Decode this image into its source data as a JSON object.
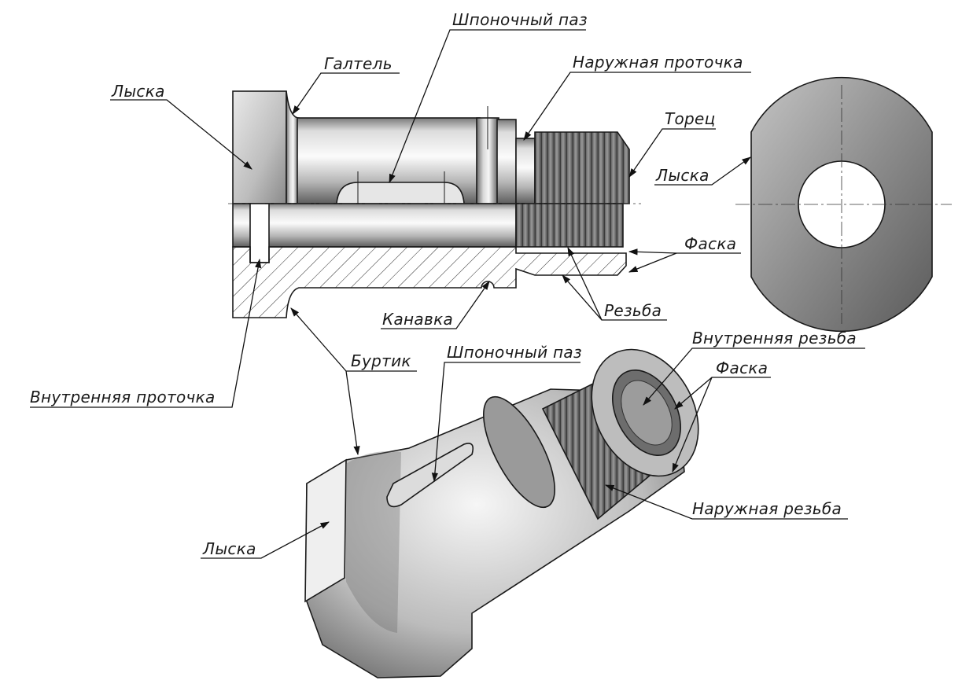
{
  "labels": {
    "lyska_top": "Лыска",
    "galtel": "Галтель",
    "shponochny_paz_top": "Шпоночный паз",
    "naruzhnaya_protochka": "Наружная проточка",
    "torets": "Торец",
    "lyska_right": "Лыска",
    "faska_top": "Фаска",
    "kanavka": "Канавка",
    "rezba": "Резьба",
    "vnutrennyaya_rezba": "Внутренняя резьба",
    "burtik": "Буртик",
    "shponochny_paz_bottom": "Шпоночный паз",
    "faska_bottom": "Фаска",
    "vnutrennyaya_protochka": "Внутренняя проточка",
    "naruzhnaya_rezba": "Наружная резьба",
    "lyska_bottom": "Лыска"
  },
  "colors": {
    "metal_light": "#f4f4f4",
    "metal_mid": "#b8b8b8",
    "metal_dark": "#6e6e6e",
    "hatch": "#2a2a2a",
    "line": "#111111"
  }
}
